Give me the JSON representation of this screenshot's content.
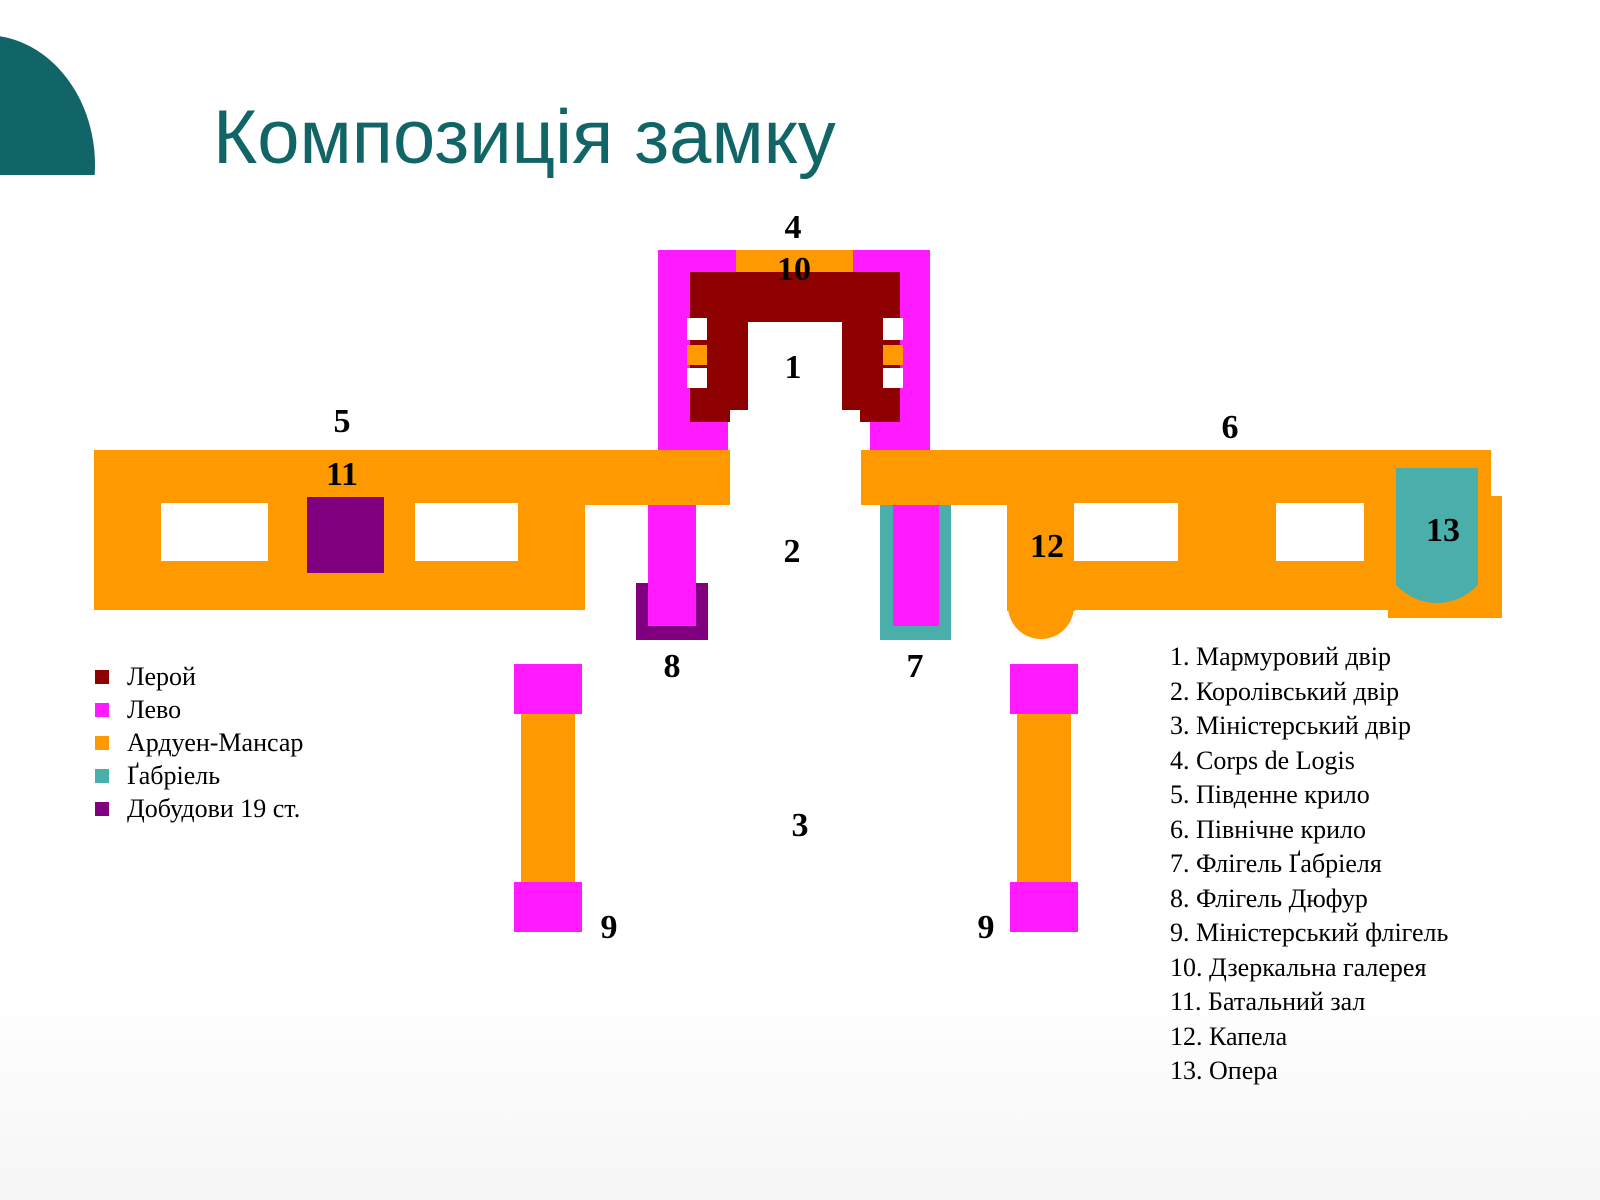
{
  "title": "Композиція замку",
  "colors": {
    "leroy": "#8f0000",
    "levo": "#ff1aff",
    "mansart": "#ff9900",
    "gabriel": "#4aaeaa",
    "additions": "#800080",
    "accent": "#126566"
  },
  "plan_labels": {
    "n1": "1",
    "n2": "2",
    "n3": "3",
    "n4": "4",
    "n5": "5",
    "n6": "6",
    "n7": "7",
    "n8": "8",
    "n9a": "9",
    "n9b": "9",
    "n10": "10",
    "n11": "11",
    "n12": "12",
    "n13": "13"
  },
  "legend": [
    {
      "label": "Лерой",
      "color": "#8f0000"
    },
    {
      "label": "Лево",
      "color": "#ff1aff"
    },
    {
      "label": "Ардуен-Мансар",
      "color": "#ff9900"
    },
    {
      "label": "Ґабріель",
      "color": "#4aaeaa"
    },
    {
      "label": "Добудови 19 ст.",
      "color": "#800080"
    }
  ],
  "key": [
    "1. Мармуровий двір",
    "2. Королівський двір",
    "3. Міністерський двір",
    "4. Corps de Logis",
    "5. Південне крило",
    "6. Північне крило",
    "7. Флігель  Ґабріеля",
    "8. Флігель Дюфур",
    "9. Міністерський флігель",
    "10. Дзеркальна галерея",
    "11. Батальний зал",
    "12. Капела",
    "13. Опера"
  ]
}
